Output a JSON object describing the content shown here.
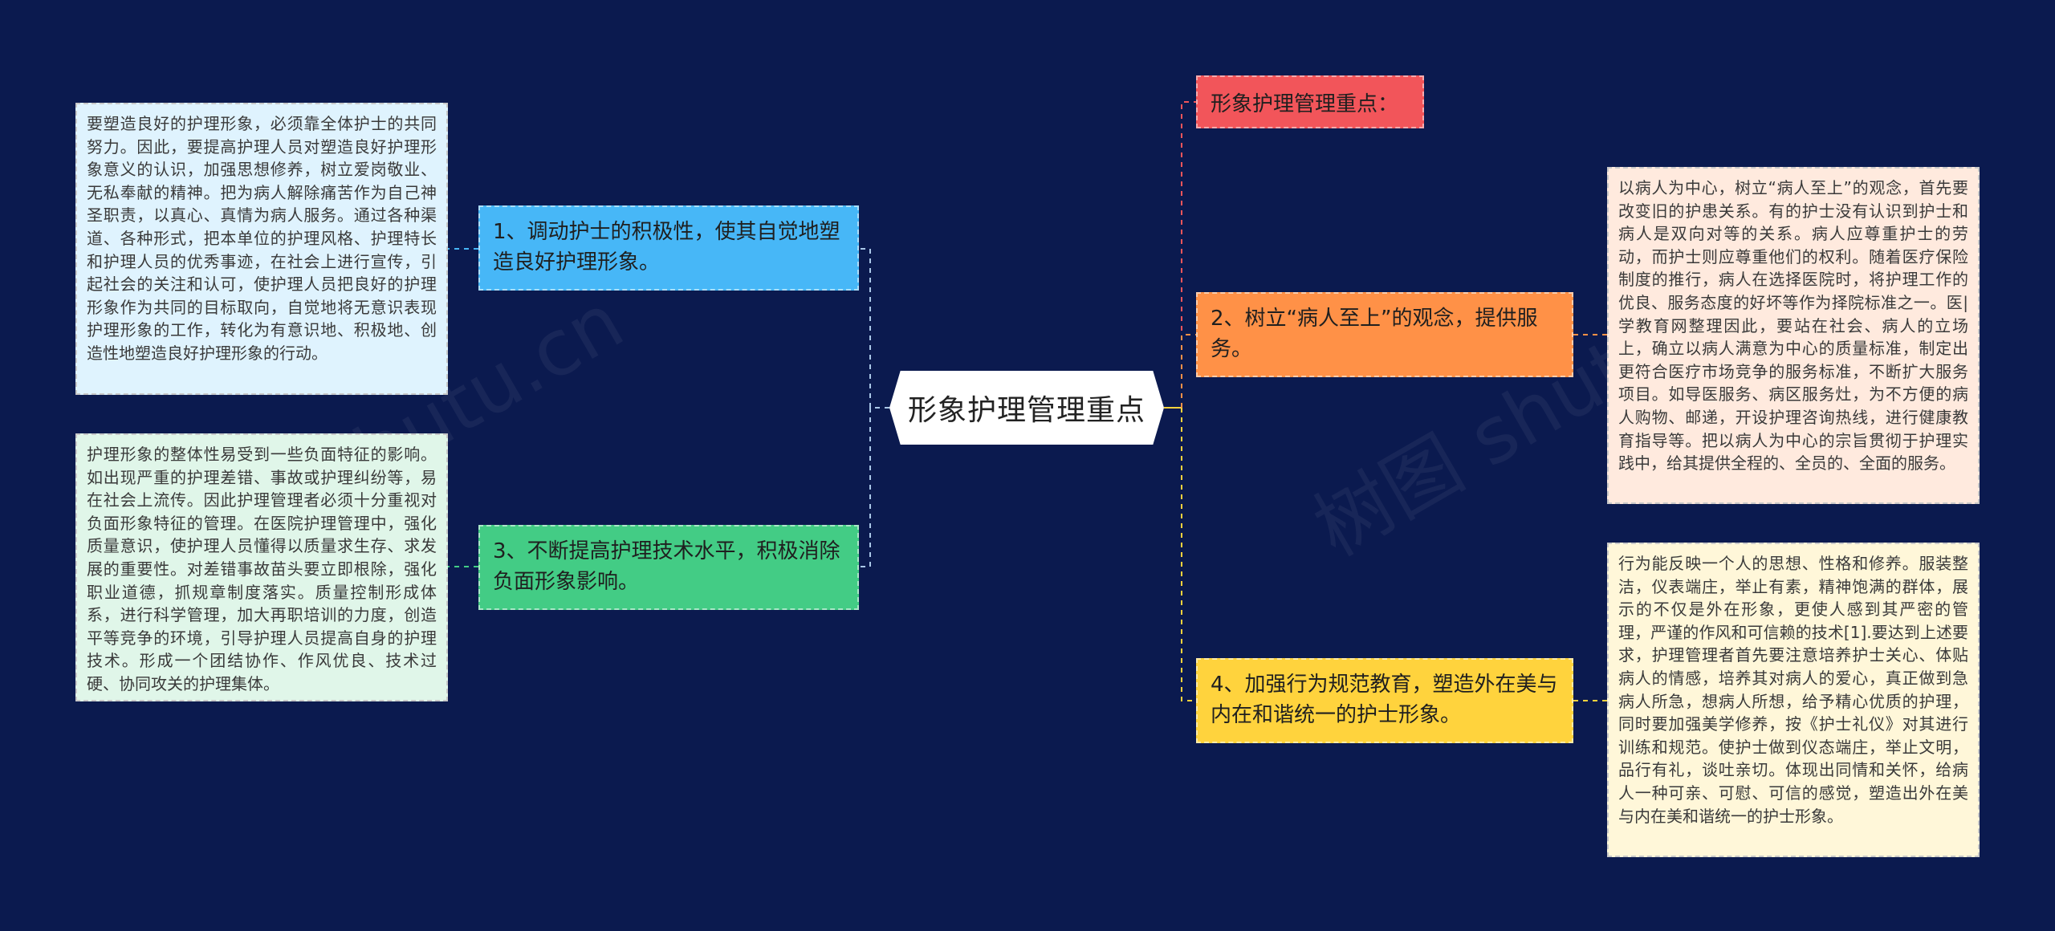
{
  "central": {
    "label": "形象护理管理重点"
  },
  "title_node": {
    "label": "形象护理管理重点："
  },
  "branches": [
    {
      "label": "1、调动护士的积极性，使其自觉地塑造良好护理形象。",
      "detail": "要塑造良好的护理形象，必须靠全体护士的共同努力。因此，要提高护理人员对塑造良好护理形象意义的认识，加强思想修养，树立爱岗敬业、无私奉献的精神。把为病人解除痛苦作为自己神圣职责，以真心、真情为病人服务。通过各种渠道、各种形式，把本单位的护理风格、护理特长和护理人员的优秀事迹，在社会上进行宣传，引起社会的关注和认可，使护理人员把良好的护理形象作为共同的目标取向，自觉地将无意识表现护理形象的工作，转化为有意识地、积极地、创造性地塑造良好护理形象的行动。"
    },
    {
      "label": "2、树立“病人至上”的观念，提供服务。",
      "detail": "以病人为中心，树立“病人至上”的观念，首先要改变旧的护患关系。有的护士没有认识到护士和病人是双向对等的关系。病人应尊重护士的劳动，而护士则应尊重他们的权利。随着医疗保险制度的推行，病人在选择医院时，将护理工作的优良、服务态度的好坏等作为择院标准之一。医|学教育网整理因此，要站在社会、病人的立场上，确立以病人满意为中心的质量标准，制定出更符合医疗市场竞争的服务标准，不断扩大服务项目。如导医服务、病区服务灶，为不方便的病人购物、邮递，开设护理咨询热线，进行健康教育指导等。把以病人为中心的宗旨贯彻于护理实践中，给其提供全程的、全员的、全面的服务。"
    },
    {
      "label": "3、不断提高护理技术水平，积极消除负面形象影响。",
      "detail": "护理形象的整体性易受到一些负面特征的影响。如出现严重的护理差错、事故或护理纠纷等，易在社会上流传。因此护理管理者必须十分重视对负面形象特征的管理。在医院护理管理中，强化质量意识，使护理人员懂得以质量求生存、求发展的重要性。对差错事故苗头要立即根除，强化职业道德，抓规章制度落实。质量控制形成体系，进行科学管理，加大再职培训的力度，创造平等竞争的环境，引导护理人员提高自身的护理技术。形成一个团结协作、作风优良、技术过硬、协同攻关的护理集体。"
    },
    {
      "label": "4、加强行为规范教育，塑造外在美与内在和谐统一的护士形象。",
      "detail": "行为能反映一个人的思想、性格和修养。服装整洁，仪表端庄，举止有素，精神饱满的群体，展示的不仅是外在形象，更使人感到其严密的管理，严谨的作风和可信赖的技术[1].要达到上述要求，护理管理者首先要注意培养护士关心、体贴病人的情感，培养其对病人的爱心，真正做到急病人所急，想病人所想，给予精心优质的护理，同时要加强美学修养，按《护士礼仪》对其进行训练和规范。使护士做到仪态端庄，举止文明，品行有礼，谈吐亲切。体现出同情和关怀，给病人一种可亲、可慰、可信的感觉，塑造出外在美与内在美和谐统一的护士形象。"
    }
  ],
  "colors": {
    "background": "#0b1a4f",
    "branch1": "#47b7f7",
    "branch2": "#ff9147",
    "branch3": "#43cc85",
    "branch4": "#ffd33d",
    "title_node": "#f2555a"
  }
}
